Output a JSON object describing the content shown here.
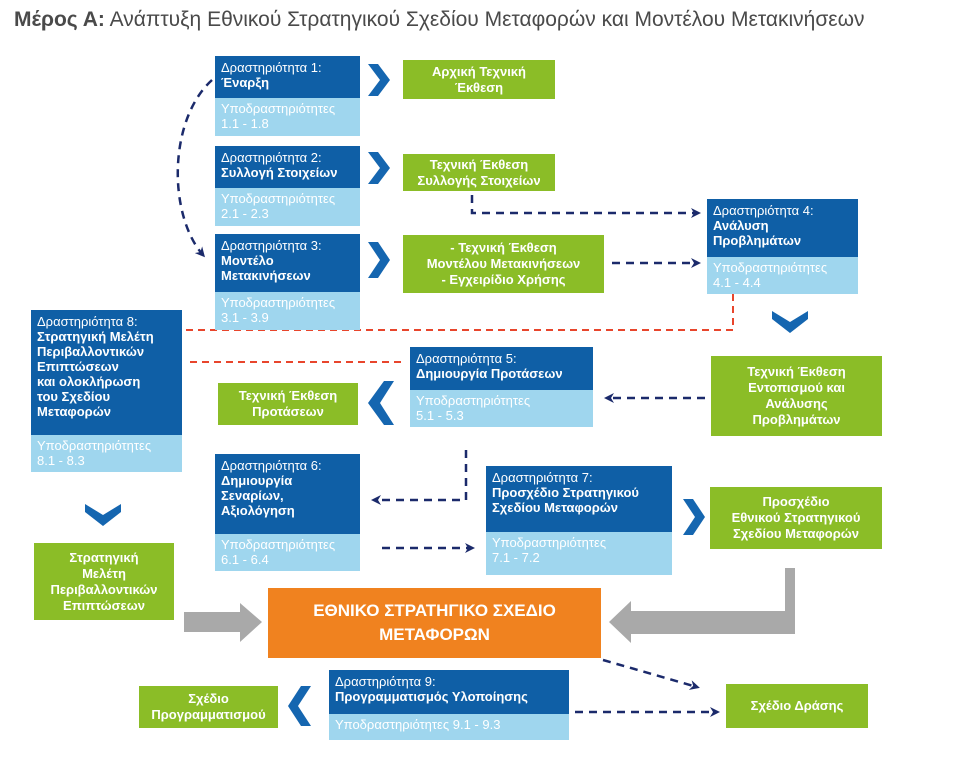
{
  "title": {
    "part": "Μέρος Α:",
    "text": "Ανάπτυξη Εθνικού Στρατηγικού Σχεδίου Μεταφορών και Μοντέλου Μετακινήσεων"
  },
  "activities": [
    {
      "label": "Δραστηριότητα 1:",
      "name": [
        "Έναρξη"
      ],
      "sub_label": "Υποδραστηριότητες",
      "sub_range": "1.1 - 1.8"
    },
    {
      "label": "Δραστηριότητα 2:",
      "name": [
        "Συλλογή Στοιχείων"
      ],
      "sub_label": "Υποδραστηριότητες",
      "sub_range": "2.1 - 2.3"
    },
    {
      "label": "Δραστηριότητα 3:",
      "name": [
        "Μοντέλο",
        "Μετακινήσεων"
      ],
      "sub_label": "Υποδραστηριότητες",
      "sub_range": "3.1 - 3.9"
    },
    {
      "label": "Δραστηριότητα 4:",
      "name": [
        "Ανάλυση",
        "Προβλημάτων"
      ],
      "sub_label": "Υποδραστηριότητες",
      "sub_range": "4.1 - 4.4"
    },
    {
      "label": "Δραστηριότητα 5:",
      "name": [
        "Δημιουργία Προτάσεων"
      ],
      "sub_label": "Υποδραστηριότητες",
      "sub_range": "5.1 - 5.3"
    },
    {
      "label": "Δραστηριότητα 6:",
      "name": [
        "Δημιουργία",
        "Σεναρίων,",
        "Αξιολόγηση"
      ],
      "sub_label": "Υποδραστηριότητες",
      "sub_range": "6.1 - 6.4"
    },
    {
      "label": "Δραστηριότητα 7:",
      "name": [
        "Προσχέδιο Στρατηγικού",
        "Σχεδίου Μεταφορών"
      ],
      "sub_label": "Υποδραστηριότητες",
      "sub_range": "7.1 - 7.2"
    },
    {
      "label": "Δραστηριότητα 8:",
      "name": [
        "Στρατηγική Μελέτη",
        "Περιβαλλοντικών",
        "Επιπτώσεων",
        "και ολοκλήρωση",
        "του Σχεδίου",
        "Μεταφορών"
      ],
      "sub_label": "Υποδραστηριότητες",
      "sub_range": "8.1 - 8.3"
    },
    {
      "label": "Δραστηριότητα 9:",
      "name": [
        "Προγραμματισμός Υλοποίησης"
      ],
      "sub_label": "Υποδραστηριότητες 9.1 - 9.3",
      "sub_range": ""
    }
  ],
  "deliverables": {
    "initial_report": [
      "Αρχική Τεχνική",
      "Έκθεση"
    ],
    "data_report": [
      "Τεχνική Έκθεση",
      "Συλλογής Στοιχείων"
    ],
    "model_report": [
      "- Τεχνική Έκθεση",
      "Μοντέλου Μετακινήσεων",
      "- Εγχειρίδιο Χρήσης"
    ],
    "problems_report": [
      "Τεχνική Έκθεση",
      "Εντοπισμού και",
      "Ανάλυσης",
      "Προβλημάτων"
    ],
    "proposals_report": [
      "Τεχνική Έκθεση",
      "Προτάσεων"
    ],
    "draft_plan": [
      "Προσχέδιο",
      "Εθνικού Στρατηγικού",
      "Σχεδίου Μεταφορών"
    ],
    "env_study": [
      "Στρατηγική",
      "Μελέτη",
      "Περιβαλλοντικών",
      "Επιπτώσεων"
    ],
    "programming_plan": [
      "Σχέδιο",
      "Προγραμματισμού"
    ],
    "action_plan": [
      "Σχέδιο Δράσης"
    ]
  },
  "main_plan": [
    "ΕΘΝΙΚΟ ΣΤΡΑΤΗΓΙΚΟ ΣΧΕΔΙΟ",
    "ΜΕΤΑΦΟΡΩΝ"
  ],
  "colors": {
    "activity": "#0f5fa6",
    "activity_sub": "#9fd6ee",
    "deliverable": "#8bbd27",
    "main": "#f0821f",
    "arrow_dark": "#1b2a6b",
    "arrow_orange": "#e8452c",
    "chevron": "#1566b0",
    "block_arrow": "#a9a9a9"
  }
}
